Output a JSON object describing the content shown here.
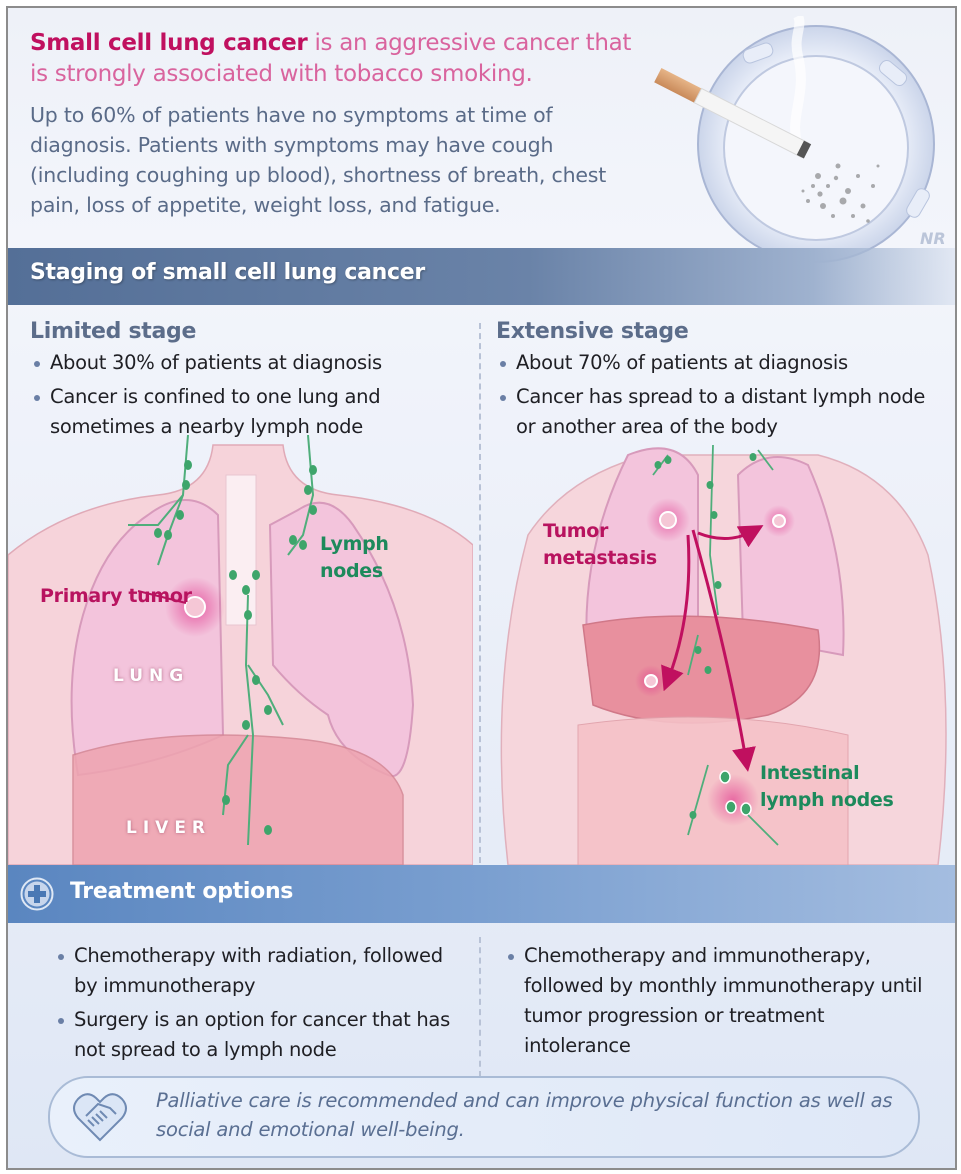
{
  "intro": {
    "lead_strong": "Small cell lung cancer",
    "lead_rest": " is an aggressive cancer that is strongly associated with tobacco smoking.",
    "body": "Up to 60% of patients have no symptoms at time of diagnosis. Patients with symptoms may have cough (including coughing up blood), shortness of breath, chest pain, loss of appetite, weight loss, and fatigue."
  },
  "illustration_signature": "NR",
  "staging": {
    "title": "Staging of small cell lung cancer",
    "limited": {
      "title": "Limited stage",
      "bullets": [
        "About 30% of patients at diagnosis",
        "Cancer is confined to one lung and sometimes a nearby lymph node"
      ],
      "labels": {
        "primary_tumor": "Primary tumor",
        "lymph_nodes": "Lymph nodes",
        "lung": "LUNG",
        "liver": "LIVER"
      }
    },
    "extensive": {
      "title": "Extensive stage",
      "bullets": [
        "About 70% of patients at diagnosis",
        "Cancer has spread to a distant lymph node or another area of the body"
      ],
      "labels": {
        "tumor_metastasis": "Tumor metastasis",
        "intestinal_lymph_nodes": "Intestinal lymph nodes"
      }
    }
  },
  "treatment": {
    "title": "Treatment options",
    "icon": "medical-cross-icon",
    "limited": [
      "Chemotherapy with radiation, followed by immunotherapy",
      "Surgery is an option for cancer that has not spread to a lymph node"
    ],
    "extensive": [
      "Chemotherapy and immunotherapy, followed by monthly immunotherapy until tumor progression or treatment intolerance"
    ]
  },
  "palliative": {
    "icon": "heart-handshake-icon",
    "text": "Palliative care is recommended and can improve physical function as well as social and emotional well-being."
  },
  "colors": {
    "magenta": "#c0105f",
    "pink": "#d9649e",
    "slate": "#5a6b88",
    "staging_banner": "#546f97",
    "treatment_banner": "#5a86c0",
    "lymph_green": "#1d8a5c"
  }
}
